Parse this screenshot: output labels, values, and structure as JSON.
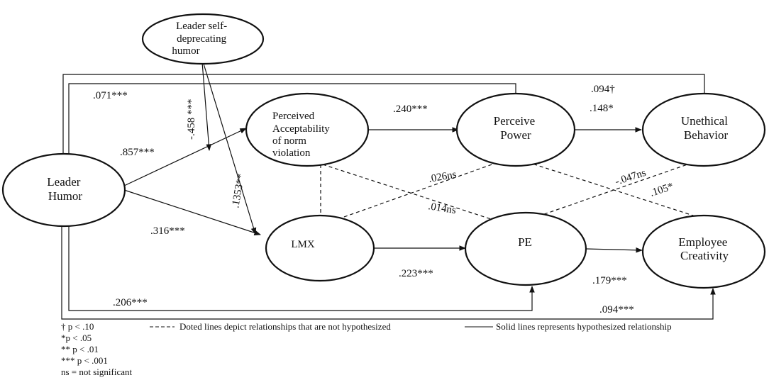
{
  "nodes": {
    "leader_sdh": [
      "Leader self-",
      "deprecating",
      "humor"
    ],
    "leader_humor": [
      "Leader",
      "Humor"
    ],
    "pano": [
      "Perceived",
      "Acceptability",
      "of norm",
      "violation"
    ],
    "perceive_power": [
      "Perceive",
      "Power"
    ],
    "unethical": [
      "Unethical",
      "Behavior"
    ],
    "lmx": [
      "LMX"
    ],
    "pe": [
      "PE"
    ],
    "creativity": [
      "Employee",
      "Creativity"
    ]
  },
  "paths": {
    "lh_pp": ".071***",
    "lh_ub": ".094†",
    "sdh_pano": "-.458 ***",
    "sdh_lmx": ".1353**",
    "lh_pano": ".857***",
    "pano_pp": ".240***",
    "pp_ub": ".148*",
    "lmx_pp": ".026ns",
    "pano_pe": ".014ns",
    "pe_ub": "-.047ns",
    "pp_cr": ".105*",
    "lh_lmx": ".316***",
    "lmx_pe": ".223***",
    "pe_cr": ".179***",
    "lh_pe": ".206***",
    "lh_cr": ".094***"
  },
  "legend": {
    "sig": [
      "† p < .10",
      "*p < .05",
      "** p < .01",
      "*** p < .001",
      "ns = not significant"
    ],
    "dotted": "Doted lines depict relationships that are not hypothesized",
    "solid": "Solid lines represents hypothesized relationship"
  }
}
